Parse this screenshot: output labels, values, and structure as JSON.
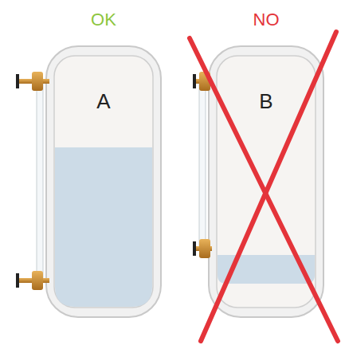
{
  "diagram": {
    "nodes": [
      {
        "text": [
          "OK",
          "A"
        ]
      },
      {
        "text": [
          "NO",
          "B"
        ]
      }
    ]
  }
}
